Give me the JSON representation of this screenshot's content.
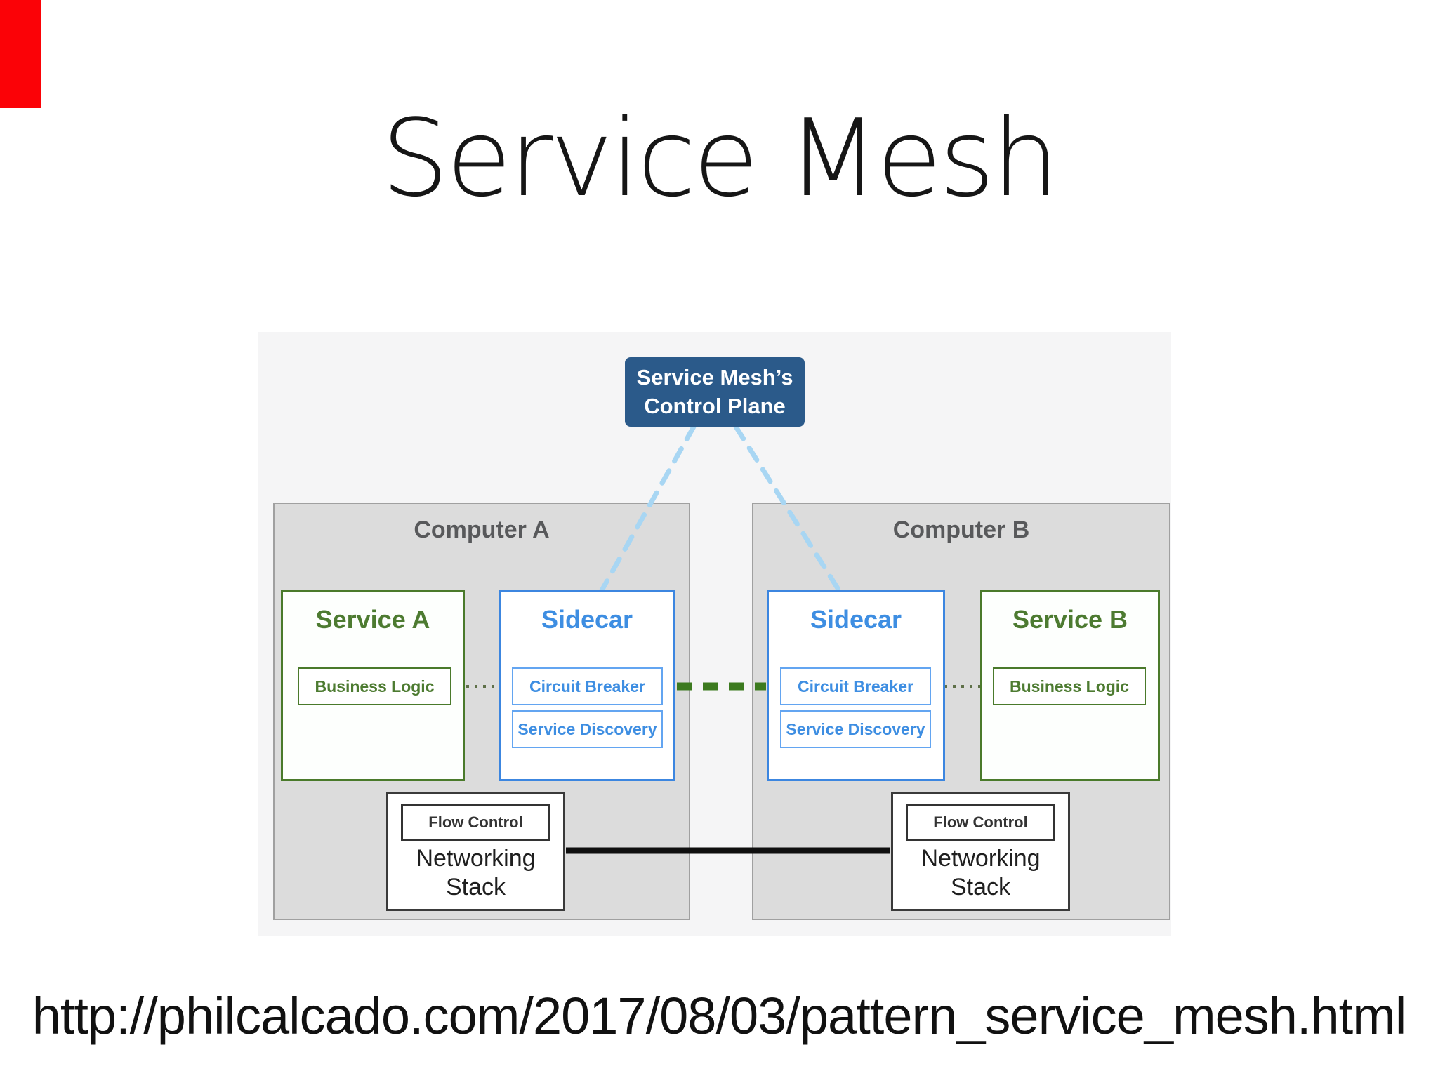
{
  "slide": {
    "title": "Service Mesh",
    "source_url": "http://philcalcado.com/2017/08/03/pattern_service_mesh.html"
  },
  "diagram": {
    "control_plane": {
      "label": "Service Mesh’s Control Plane"
    },
    "computers": [
      {
        "name": "Computer A",
        "service": {
          "title": "Service A",
          "component": "Business Logic"
        },
        "sidecar": {
          "title": "Sidecar",
          "components": [
            "Circuit Breaker",
            "Service Discovery"
          ]
        },
        "networking": {
          "component": "Flow Control",
          "title": "Networking Stack"
        }
      },
      {
        "name": "Computer B",
        "service": {
          "title": "Service B",
          "component": "Business Logic"
        },
        "sidecar": {
          "title": "Sidecar",
          "components": [
            "Circuit Breaker",
            "Service Discovery"
          ]
        },
        "networking": {
          "component": "Flow Control",
          "title": "Networking Stack"
        }
      }
    ]
  },
  "colors": {
    "control_plane_bg": "#2b5a8a",
    "control_plane_link_blue": "#a8d6f3",
    "service_green": "#4d7b31",
    "sidecar_blue": "#3e8ee2",
    "sidecar_link_green": "#3c7a1f",
    "dotted_link_olive": "#5f7049",
    "network_link_black": "#0f0f0f",
    "computer_fill": "#dcdcdc",
    "panel_fill": "#f5f5f6",
    "red_marker": "#fb0207"
  }
}
